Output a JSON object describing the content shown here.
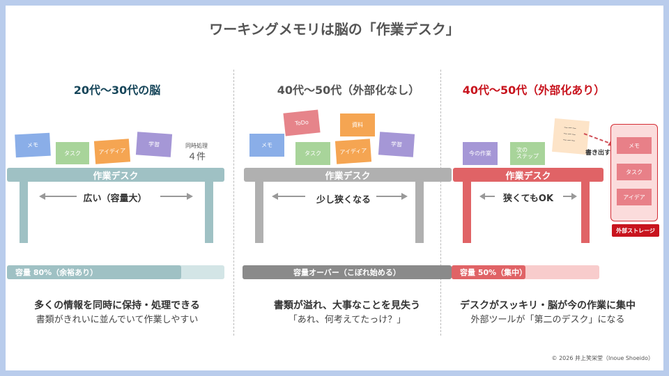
{
  "title": "ワーキングメモリは脳の「作業デスク」",
  "footer": "© 2026 井上笑栄堂（Inoue Shoeido）",
  "colors": {
    "young": "#17465a",
    "middle": "#555555",
    "external": "#c8141e",
    "desk_young": "#9fc1c4",
    "desk_middle": "#b0b0b0",
    "desk_ext": "#e06366",
    "card_blue": "#8aaee8",
    "card_green": "#a8d49a",
    "card_orange": "#f5a552",
    "card_purple": "#a597d6",
    "card_red": "#e6848a"
  },
  "panels": [
    {
      "title": "20代〜30代の脳",
      "cards": [
        "メモ",
        "タスク",
        "アイディア",
        "学習"
      ],
      "side_label": "同時処理",
      "side_count": "４件",
      "desk_label": "作業デスク",
      "desk_caption": "広い（容量大）",
      "capacity_label": "容量 80%（余裕あり）",
      "capacity": 0.8,
      "desc_main": "多くの情報を同時に保持・処理できる",
      "desc_sub": "書類がきれいに並んでいて作業しやすい"
    },
    {
      "title": "40代〜50代（外部化なし）",
      "cards": [
        "ToDo",
        "資料",
        "メモ",
        "タスク",
        "アイディア",
        "学習"
      ],
      "desk_label": "作業デスク",
      "desk_caption": "少し狭くなる",
      "capacity_label": "容量オーバー（こぼれ始める）",
      "capacity": 1.0,
      "desc_main": "書類が溢れ、大事なことを見失う",
      "desc_sub": "「あれ、何考えてたっけ？」"
    },
    {
      "title": "40代〜50代（外部化あり）",
      "cards": [
        "今の作業",
        "次の\nステップ"
      ],
      "note_lines": [
        "ーーー",
        "ーーー",
        "ーーー"
      ],
      "write_out": "書き出す",
      "storage_items": [
        "メモ",
        "タスク",
        "アイデア"
      ],
      "storage_label": "外部ストレージ",
      "desk_label": "作業デスク",
      "desk_caption": "狭くてもOK",
      "capacity_label": "容量 50%（集中）",
      "capacity": 0.5,
      "desc_main": "デスクがスッキリ・脳が今の作業に集中",
      "desc_sub": "外部ツールが「第二のデスク」になる"
    }
  ]
}
